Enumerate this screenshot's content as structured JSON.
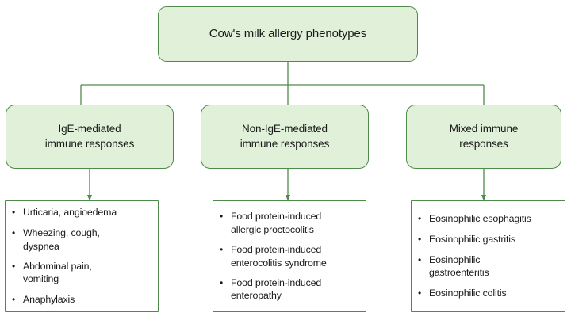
{
  "diagram": {
    "title": "Cow's milk allergy phenotypes",
    "accent_color": "#4e8a4a",
    "node_fill_color": "#e0f0d9",
    "list_fill_color": "#ffffff",
    "bullet_glyph": "•",
    "root": {
      "label": "Cow's milk allergy phenotypes"
    },
    "branches": [
      {
        "label": "IgE-mediated\nimmune responses",
        "items": [
          "Urticaria, angioedema",
          "Wheezing, cough,\ndyspnea",
          "Abdominal pain,\nvomiting",
          "Anaphylaxis"
        ]
      },
      {
        "label": "Non-IgE-mediated\nimmune responses",
        "items": [
          "Food protein-induced\nallergic proctocolitis",
          "Food protein-induced\nenterocolitis syndrome",
          "Food protein-induced\nenteropathy"
        ]
      },
      {
        "label": "Mixed immune\nresponses",
        "items": [
          "Eosinophilic esophagitis",
          "Eosinophilic gastritis",
          "Eosinophilic\ngastroenteritis",
          "Eosinophilic colitis"
        ]
      }
    ]
  }
}
